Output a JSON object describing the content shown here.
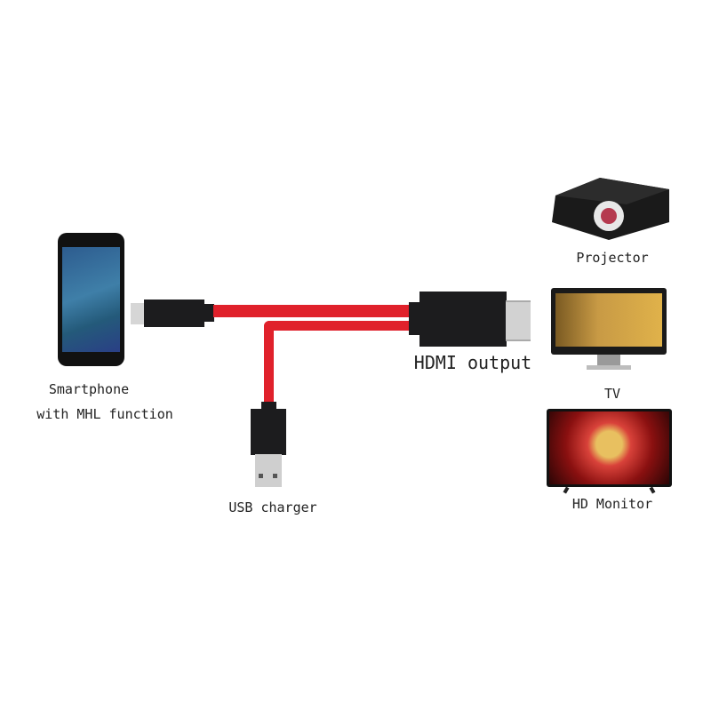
{
  "labels": {
    "smartphone_line1": "Smartphone",
    "smartphone_line2": "with MHL function",
    "usb_charger": "USB charger",
    "hdmi_output": "HDMI output",
    "projector": "Projector",
    "tv": "TV",
    "hd_monitor": "HD Monitor"
  },
  "colors": {
    "cable": "#e0212b",
    "connector": "#1c1c1e",
    "metal": "#c9c9c9"
  }
}
